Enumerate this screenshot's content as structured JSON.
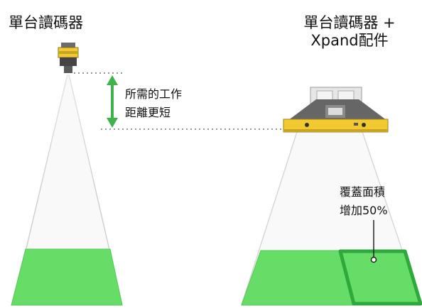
{
  "left": {
    "title": "單台讀碼器",
    "note_line1": "所需的工作",
    "note_line2": "距離更短"
  },
  "right": {
    "title_line1": "單台讀碼器 +",
    "title_line2": "Xpand配件",
    "note_line1": "覆蓋面積",
    "note_line2": "增加50%"
  },
  "colors": {
    "coverage_fill": "#66dd66",
    "coverage_border": "#2fa83c",
    "arrow": "#3db34a",
    "device_body": "#f2c930",
    "device_dark": "#555555",
    "beam_line": "#c8c8c8",
    "dotted_line": "#777777"
  },
  "icons": [
    "barcode-reader-icon",
    "xpand-reader-icon",
    "double-arrow-icon"
  ]
}
